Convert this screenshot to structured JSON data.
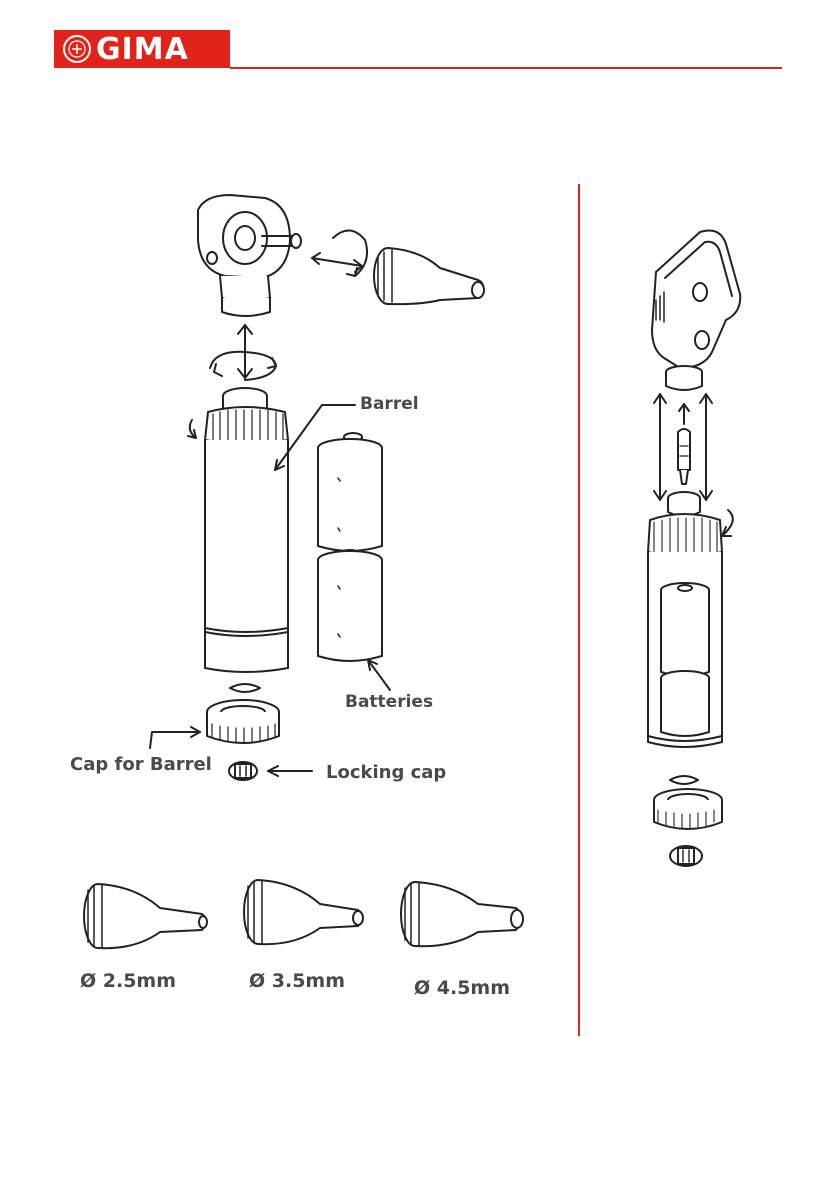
{
  "brand": {
    "name": "GIMA",
    "color": "#e2231a"
  },
  "labels": {
    "barrel": "Barrel",
    "batteries": "Batteries",
    "cap_for_barrel": "Cap for Barrel",
    "locking_cap": "Locking cap"
  },
  "specula": [
    {
      "size": "Ø 2.5mm"
    },
    {
      "size": "Ø 3.5mm"
    },
    {
      "size": "Ø 4.5mm"
    }
  ],
  "icons": [
    "gima-emblem-icon",
    "rotate-arrow-icon",
    "double-arrow-icon"
  ]
}
